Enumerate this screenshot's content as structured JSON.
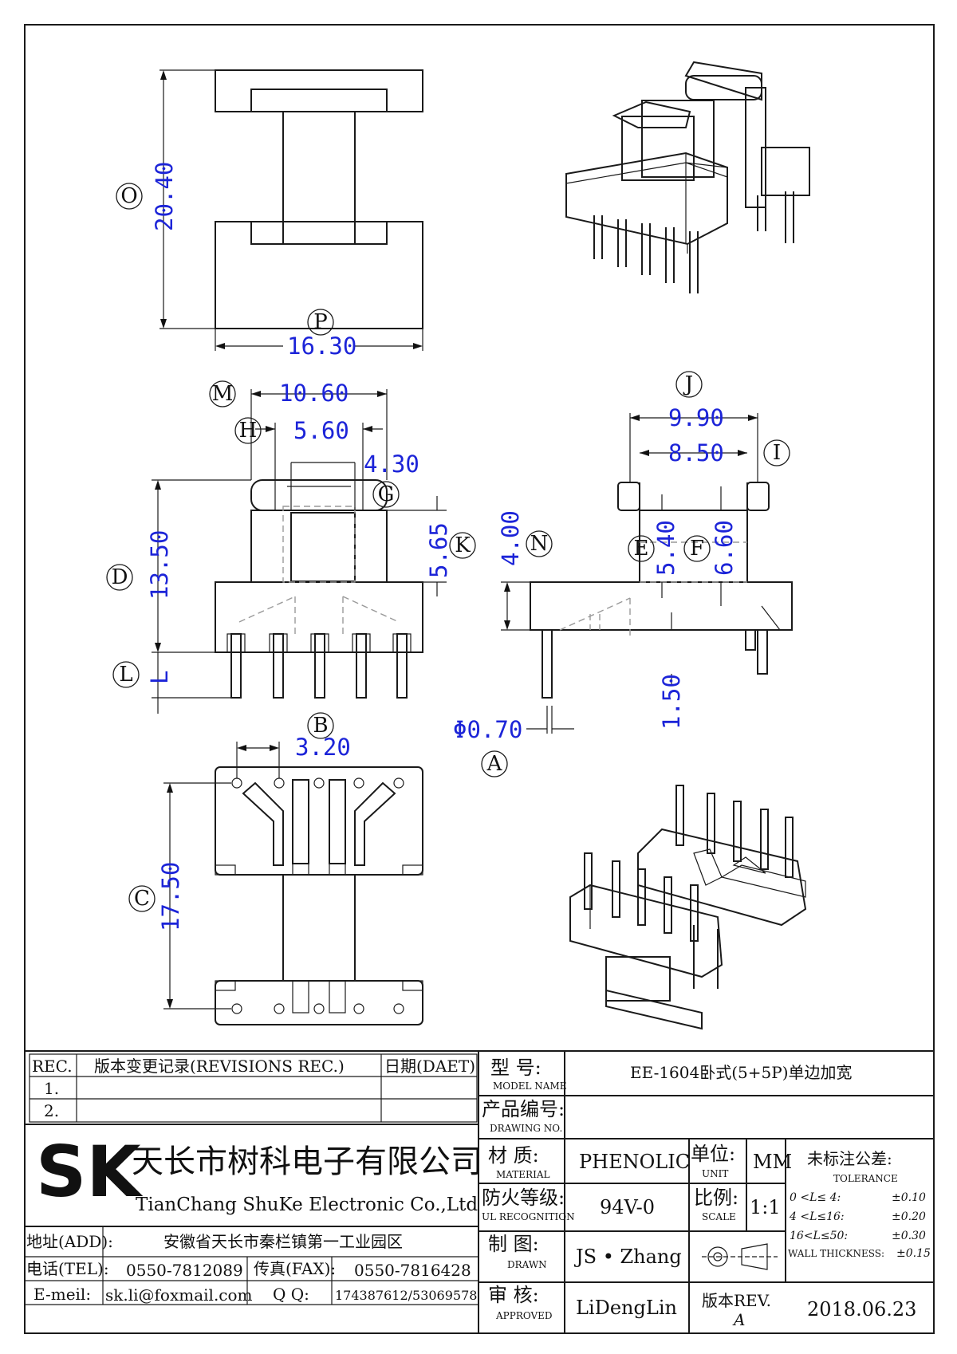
{
  "views": {
    "top": {
      "dim_height": "20.40",
      "dim_width": "16.30",
      "bubble_height": "O",
      "bubble_width": "P"
    },
    "front": {
      "dim_m": "10.60",
      "dim_h": "5.60",
      "dim_g": "4.30",
      "dim_k": "5.65",
      "dim_d": "13.50",
      "dim_l": "L",
      "bubble_m": "M",
      "bubble_h": "H",
      "bubble_g": "G",
      "bubble_k": "K",
      "bubble_d": "D",
      "bubble_l": "L"
    },
    "side": {
      "dim_j": "9.90",
      "dim_i": "8.50",
      "dim_n": "4.00",
      "dim_e": "5.40",
      "dim_f": "6.60",
      "dim_pin": "1.50",
      "dim_a": "Φ0.70",
      "bubble_j": "J",
      "bubble_i": "I",
      "bubble_n": "N",
      "bubble_e": "E",
      "bubble_f": "F",
      "bubble_a": "A"
    },
    "bottom": {
      "dim_b": "3.20",
      "dim_c": "17.50",
      "bubble_b": "B",
      "bubble_c": "C"
    }
  },
  "title_block": {
    "rev_header": "REC.",
    "rev_title": "版本变更记录(REVISIONS REC.)",
    "date_header": "日期(DAET)",
    "rev_rows": [
      "1.",
      "2."
    ],
    "company_logo": "SK",
    "company_cn": "天长市树科电子有限公司",
    "company_en": "TianChang ShuKe Electronic Co.,Ltd",
    "address_label": "地址(ADD):",
    "address": "安徽省天长市秦栏镇第一工业园区",
    "tel_label": "电话(TEL):",
    "tel": "0550-7812089",
    "fax_label": "传真(FAX):",
    "fax": "0550-7816428",
    "email_label": "E-meil:",
    "email": "sk.li@foxmail.com",
    "qq_label": "Q Q:",
    "qq": "174387612/53069578",
    "model_label_cn": "型 号:",
    "model_label_en": "MODEL NAME",
    "model_value": "EE-1604卧式(5+5P)单边加宽",
    "drawing_label_cn": "产品编号:",
    "drawing_label_en": "DRAWING NO.",
    "drawing_value": "",
    "material_label_cn": "材 质:",
    "material_label_en": "MATERIAL",
    "material_value": "PHENOLIC",
    "unit_label_cn": "单位:",
    "unit_label_en": "UNIT",
    "unit_value": "MM",
    "ul_label_cn": "防火等级:",
    "ul_label_en": "UL RECOGNITION",
    "ul_value": "94V-0",
    "scale_label_cn": "比例:",
    "scale_label_en": "SCALE",
    "scale_value": "1:1",
    "drawn_label_cn": "制 图:",
    "drawn_label_en": "DRAWN",
    "drawn_value": "JS • Zhang",
    "approved_label_cn": "审 核:",
    "approved_label_en": "APPROVED",
    "approved_value": "LiDengLin",
    "rev_label": "版本REV.",
    "rev_value": "A",
    "date_value": "2018.06.23",
    "tolerance_cn": "未标注公差:",
    "tolerance_en": "TOLERANCE",
    "tolerance_rows": [
      {
        "range": "0 <L≤ 4:",
        "tol": "±0.10"
      },
      {
        "range": "4 <L≤16:",
        "tol": "±0.20"
      },
      {
        "range": "16<L≤50:",
        "tol": "±0.30"
      }
    ],
    "wall_label": "WALL THICKNESS:",
    "wall_value": "±0.15"
  }
}
